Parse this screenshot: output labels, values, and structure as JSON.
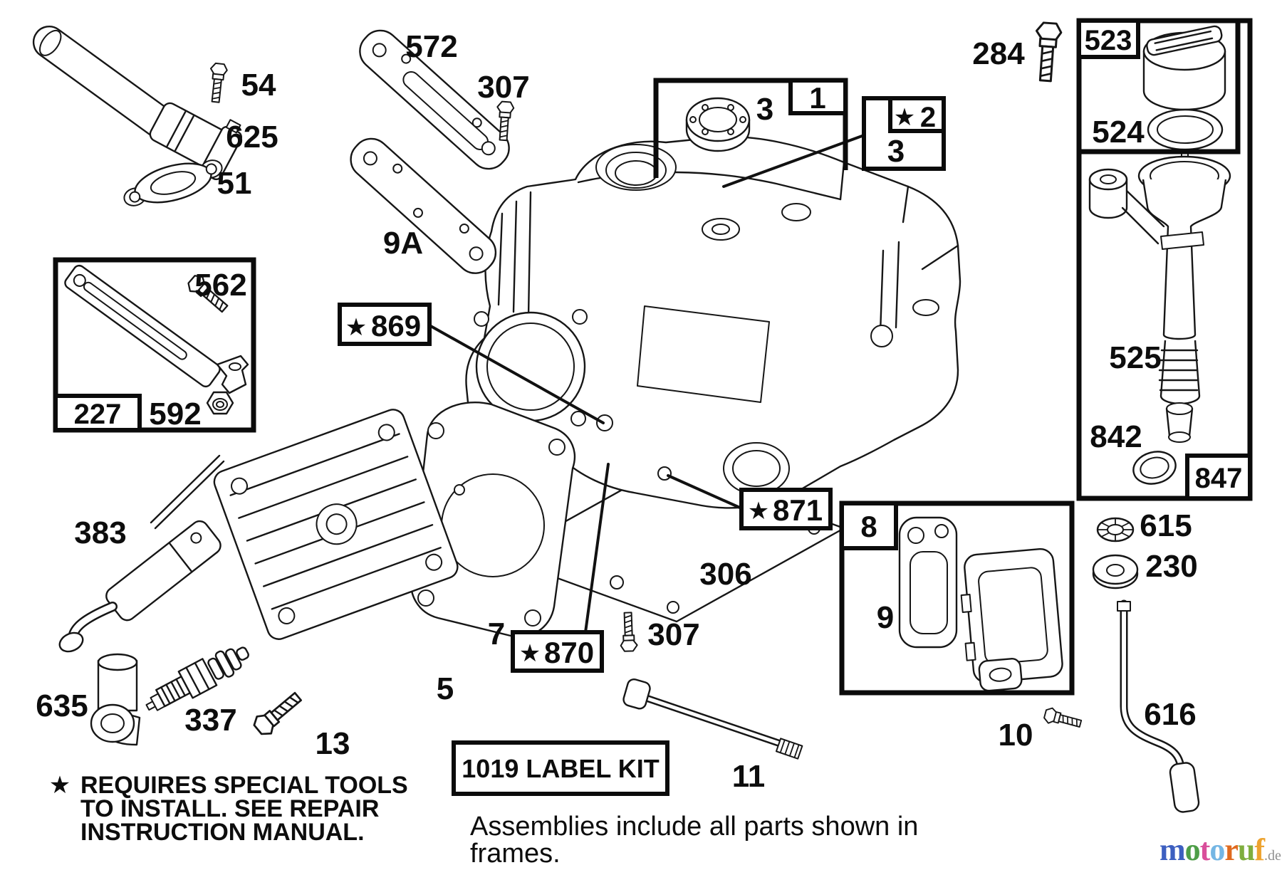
{
  "labels": {
    "n54": "54",
    "n625": "625",
    "n51": "51",
    "n572": "572",
    "n307a": "307",
    "n9a": "9A",
    "n3a": "3",
    "n1": "1",
    "n2": "2",
    "n3b": "3",
    "n284": "284",
    "n523": "523",
    "n524": "524",
    "n525": "525",
    "n842": "842",
    "n847": "847",
    "n562": "562",
    "n227": "227",
    "n592": "592",
    "n869": "869",
    "n871": "871",
    "n870": "870",
    "n306": "306",
    "n7": "7",
    "n307b": "307",
    "n5": "5",
    "n383": "383",
    "n635": "635",
    "n337": "337",
    "n13": "13",
    "n8": "8",
    "n9": "9",
    "n615": "615",
    "n230": "230",
    "n616": "616",
    "n10": "10",
    "n11": "11",
    "star": "★",
    "label_kit": "1019 LABEL KIT"
  },
  "notes": {
    "star": "★",
    "tools": [
      "REQUIRES SPECIAL TOOLS",
      "TO INSTALL.  SEE REPAIR",
      "INSTRUCTION MANUAL."
    ]
  },
  "footer": {
    "lines": [
      "Assemblies include all parts shown in",
      "frames."
    ]
  },
  "watermark": {
    "suffix": ".de",
    "letters": [
      {
        "ch": "m",
        "style": "color:#3d5fc0"
      },
      {
        "ch": "o",
        "style": "color:#4e9e48"
      },
      {
        "ch": "t",
        "style": "color:#d94f9b"
      },
      {
        "ch": "o",
        "style": "color:#74b6e4"
      },
      {
        "ch": "r",
        "style": "color:#e06a1e"
      },
      {
        "ch": "u",
        "style": "color:#7fae3e"
      },
      {
        "ch": "f",
        "style": "color:#eda32f"
      }
    ]
  },
  "colors": {
    "ink": "#161616",
    "frame": "#0b0b0b",
    "background": "#ffffff"
  }
}
